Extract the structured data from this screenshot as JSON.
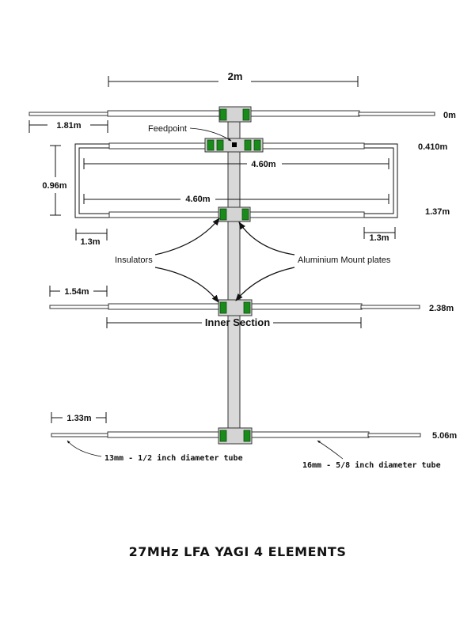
{
  "title": "27MHz LFA YAGI 4 ELEMENTS",
  "element_positions": {
    "e0": "0m",
    "e1": "0.410m",
    "e2": "1.37m",
    "e3": "2.38m",
    "e4": "5.06m"
  },
  "dimensions": {
    "top_width": "2m",
    "tip_e0": "1.81m",
    "loop_width_upper": "4.60m",
    "loop_width_lower": "4.60m",
    "loop_spacing": "0.96m",
    "loop_end_left": "1.3m",
    "loop_end_right": "1.3m",
    "tip_e3": "1.54m",
    "tip_e4": "1.33m"
  },
  "labels": {
    "feedpoint": "Feedpoint",
    "insulators": "Insulators",
    "mount_plates": "Aluminium Mount plates",
    "inner_section": "Inner Section",
    "small_tube": "13mm - 1/2 inch diameter tube",
    "large_tube": "16mm -  5/8 inch diameter tube"
  },
  "colors": {
    "insulator": "#1a8a1a",
    "boom": "#d9d9d9",
    "line": "#111111"
  }
}
